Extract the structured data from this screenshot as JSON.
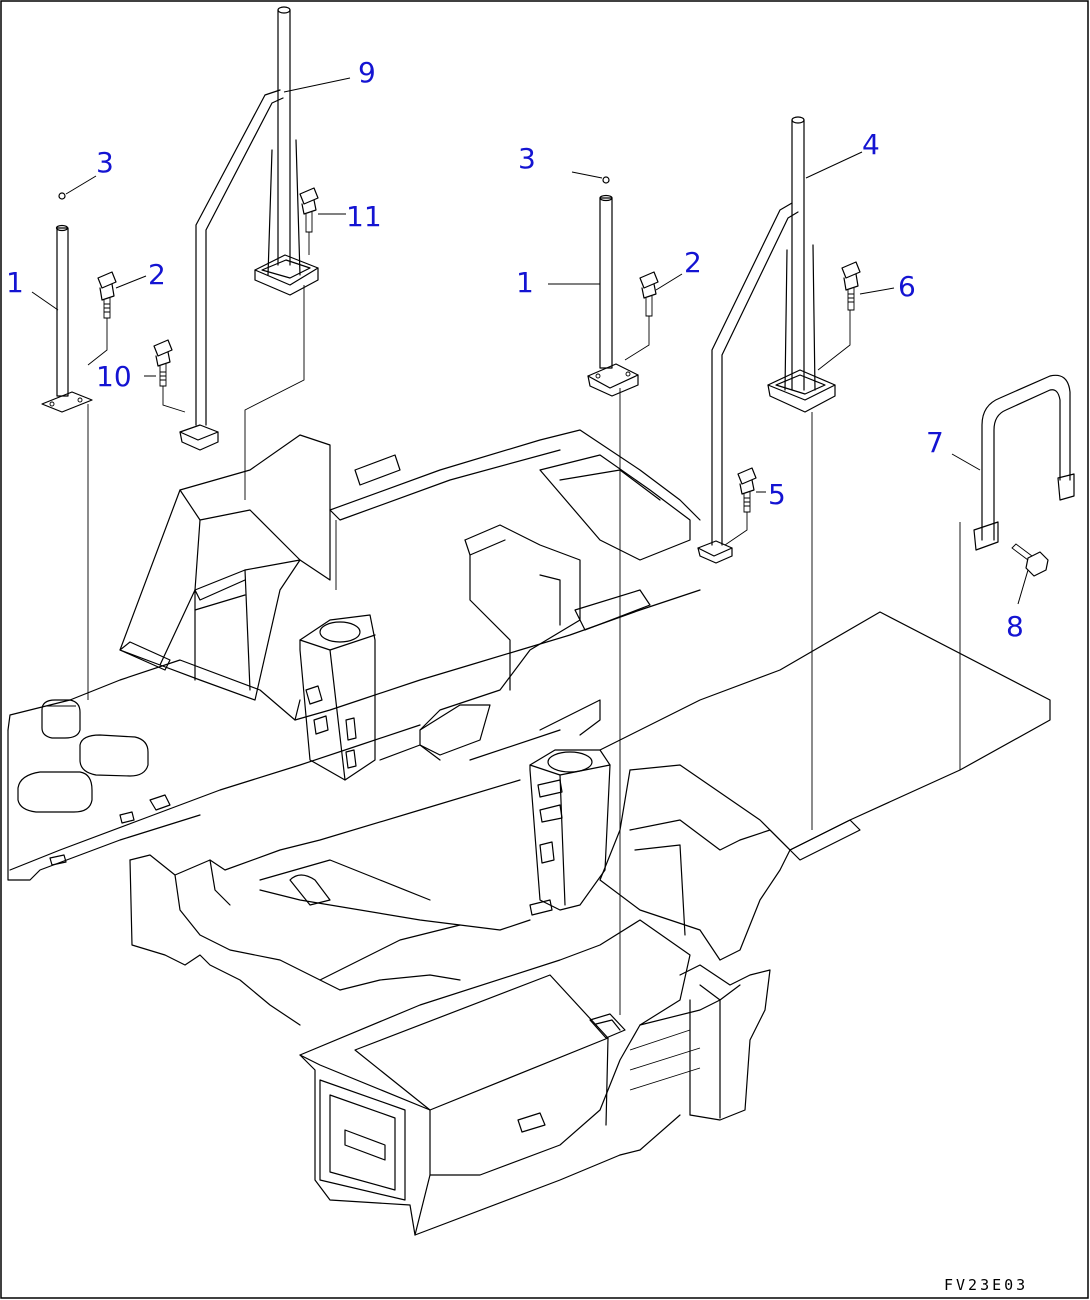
{
  "colors": {
    "callout": "#1414d2",
    "line": "#000000",
    "background": "#ffffff"
  },
  "drawing_code": "FV23E03",
  "callouts": [
    {
      "id": "c1a",
      "text": "1"
    },
    {
      "id": "c2a",
      "text": "2"
    },
    {
      "id": "c3a",
      "text": "3"
    },
    {
      "id": "c9",
      "text": "9"
    },
    {
      "id": "c10",
      "text": "10"
    },
    {
      "id": "c11",
      "text": "11"
    },
    {
      "id": "c3b",
      "text": "3"
    },
    {
      "id": "c1b",
      "text": "1"
    },
    {
      "id": "c2b",
      "text": "2"
    },
    {
      "id": "c4",
      "text": "4"
    },
    {
      "id": "c6",
      "text": "6"
    },
    {
      "id": "c5",
      "text": "5"
    },
    {
      "id": "c7",
      "text": "7"
    },
    {
      "id": "c8",
      "text": "8"
    }
  ]
}
